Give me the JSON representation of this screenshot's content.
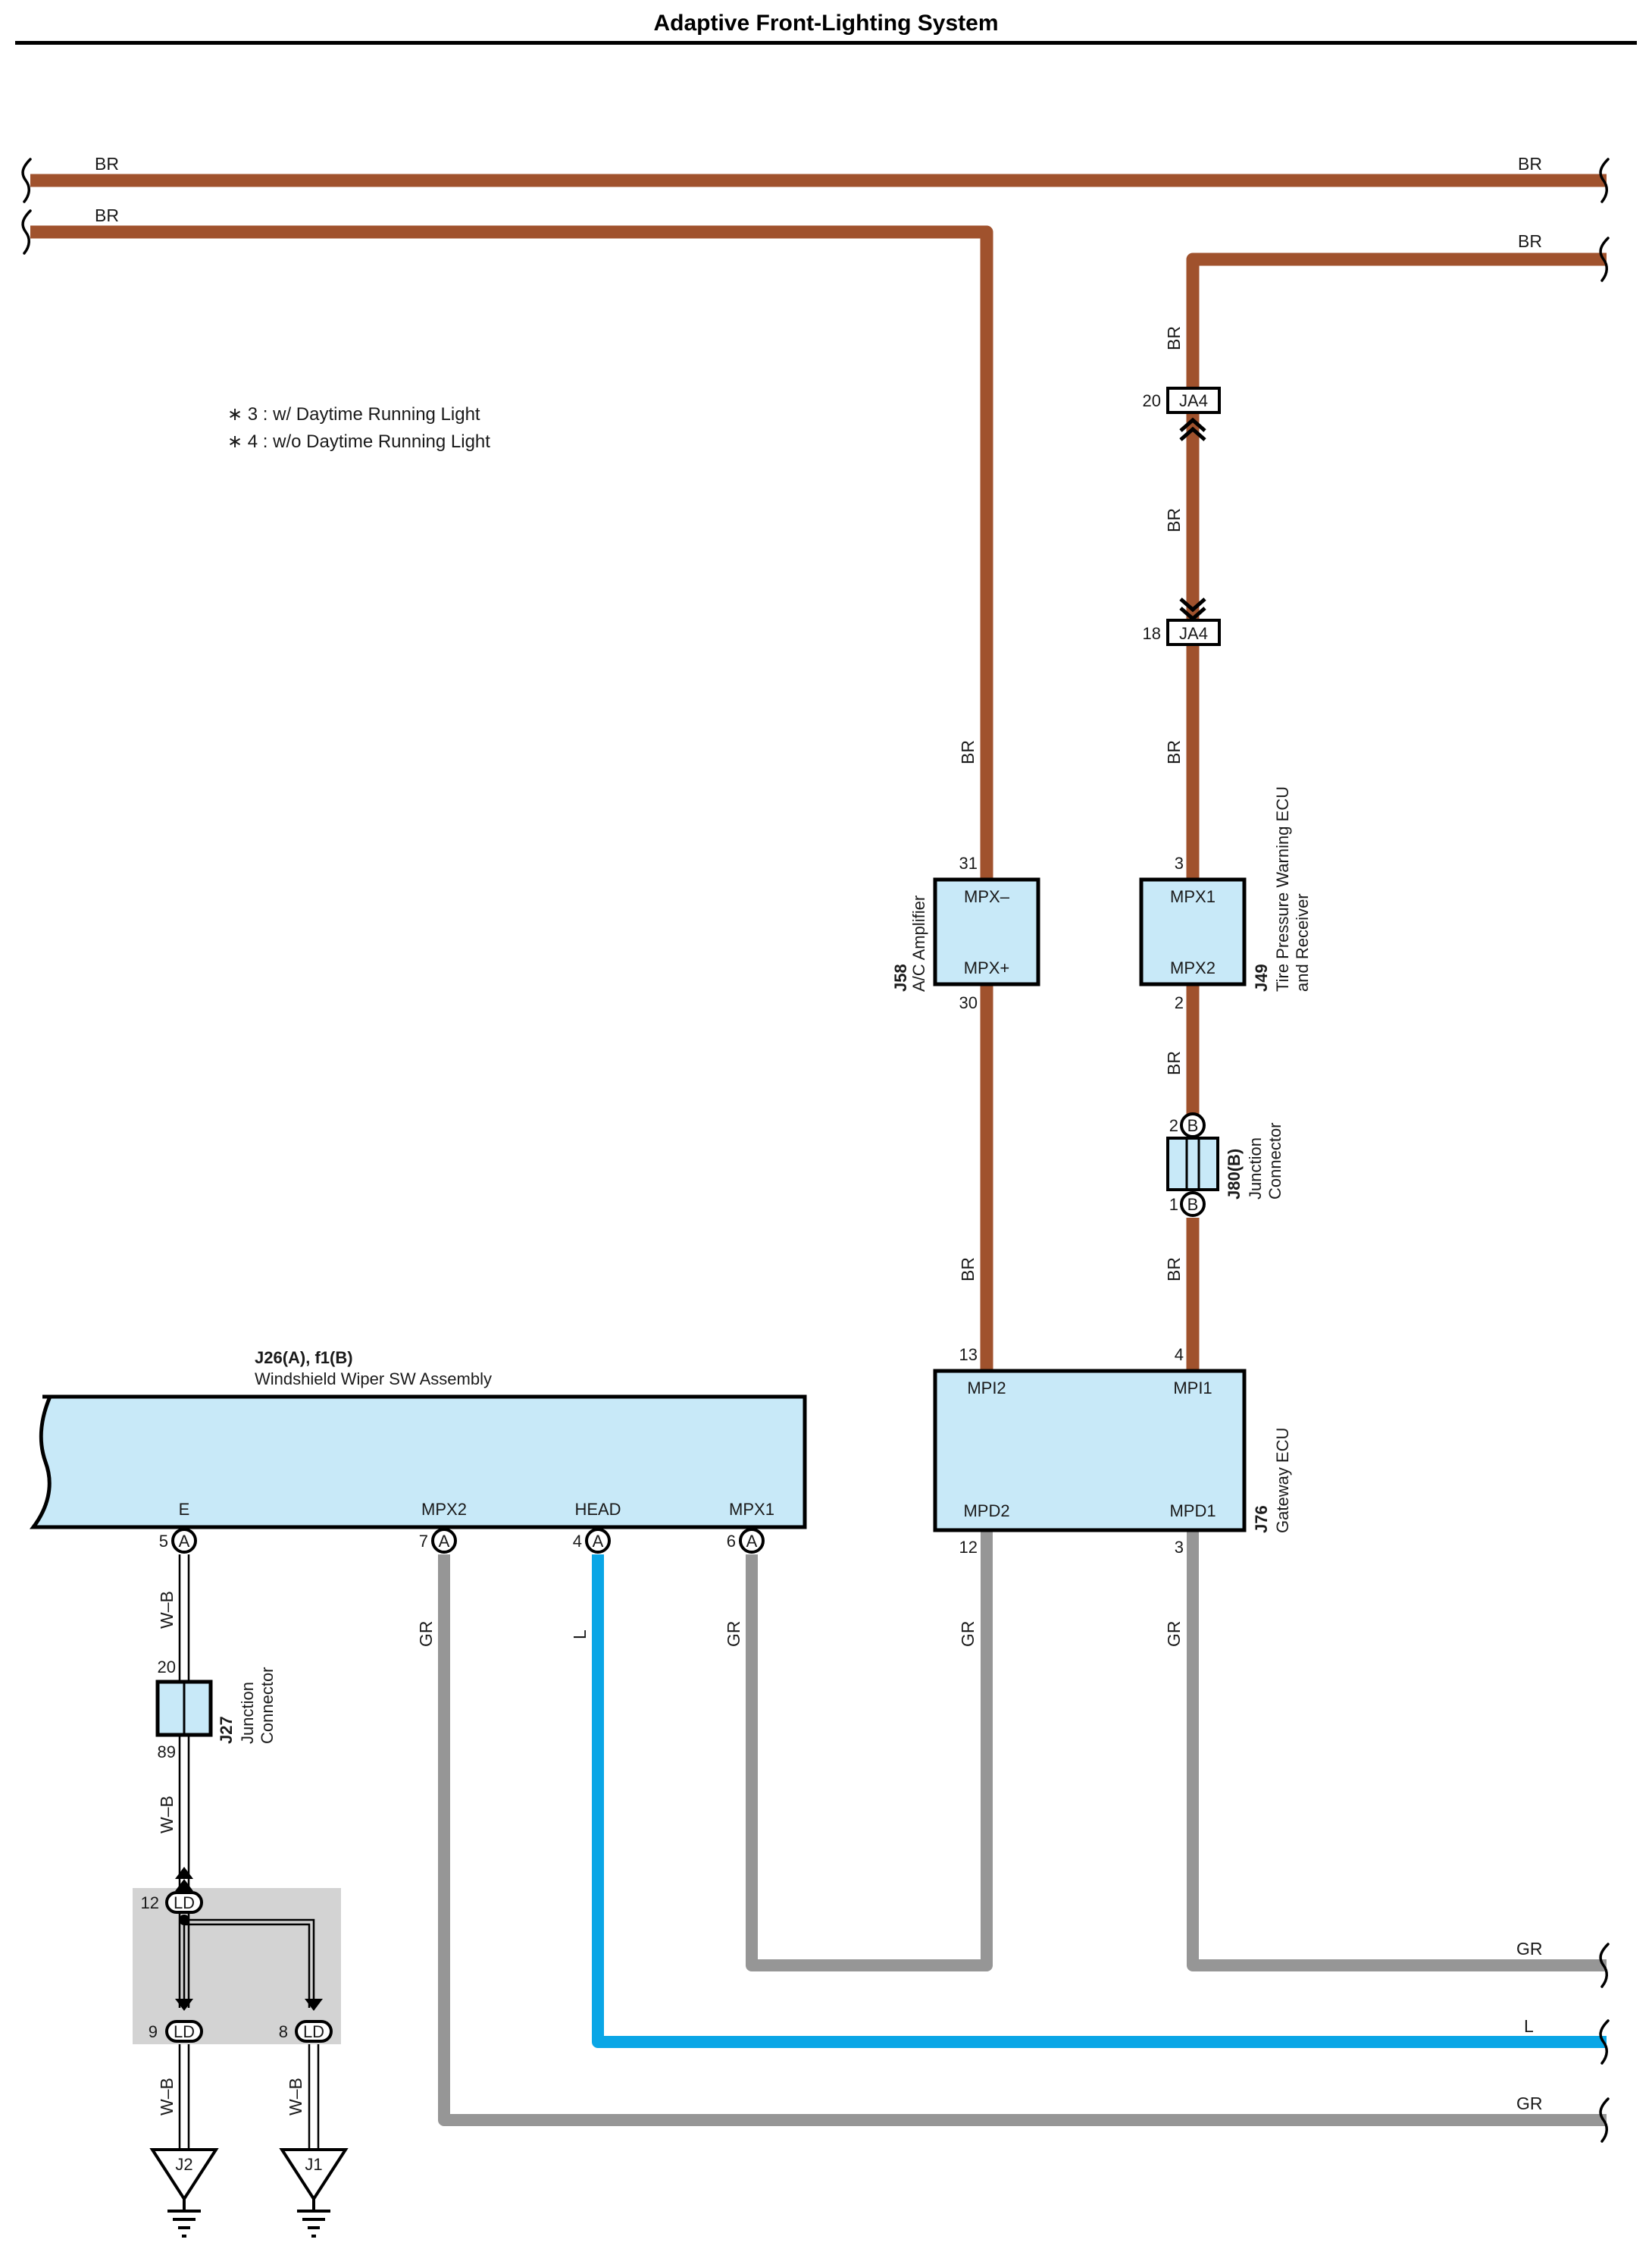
{
  "title": "Adaptive Front-Lighting System",
  "colors": {
    "BR": "#A0522D",
    "GR": "#969696",
    "L": "#0AA6E6",
    "box_fill": "#C8E9F8",
    "shade": "#D3D3D3"
  },
  "notes": [
    "∗ 3 : w/ Daytime Running Light",
    "∗ 4 : w/o Daytime Running Light"
  ],
  "wire_colors": {
    "br": "BR",
    "gr": "GR",
    "l": "L",
    "wb": "W–B"
  },
  "components": {
    "j58": {
      "id": "J58",
      "name": "A/C Amplifier",
      "term_top": "MPX–",
      "term_bottom": "MPX+",
      "pin_top": "31",
      "pin_bottom": "30"
    },
    "j49": {
      "id": "J49",
      "name_line1": "Tire Pressure Warning ECU",
      "name_line2": "and Receiver",
      "term_top": "MPX1",
      "term_bottom": "MPX2",
      "pin_top": "3",
      "pin_bottom": "2"
    },
    "ja4": {
      "label": "JA4",
      "pin_upper": "20",
      "pin_lower": "18"
    },
    "j80": {
      "id": "J80(B)",
      "name_line1": "Junction",
      "name_line2": "Connector",
      "pin_top": "2",
      "pin_bottom": "1",
      "conn": "B"
    },
    "j76": {
      "id": "J76",
      "name": "Gateway ECU",
      "t1": "MPI2",
      "t2": "MPI1",
      "t3": "MPD2",
      "t4": "MPD1",
      "p1": "13",
      "p2": "4",
      "p3": "12",
      "p4": "3"
    },
    "j26": {
      "id": "J26(A), f1(B)",
      "name": "Windshield Wiper SW Assembly",
      "terminals": [
        {
          "name": "E",
          "pin": "5",
          "conn": "A"
        },
        {
          "name": "MPX2",
          "pin": "7",
          "conn": "A"
        },
        {
          "name": "HEAD",
          "pin": "4",
          "conn": "A"
        },
        {
          "name": "MPX1",
          "pin": "6",
          "conn": "A"
        }
      ]
    },
    "j27": {
      "id": "J27",
      "name_line1": "Junction",
      "name_line2": "Connector",
      "pin_top": "20",
      "pin_bottom": "89"
    },
    "ld": {
      "label": "LD",
      "pin_top": "12",
      "pin_left": "9",
      "pin_right": "8"
    },
    "grounds": [
      "J2",
      "J1"
    ]
  }
}
